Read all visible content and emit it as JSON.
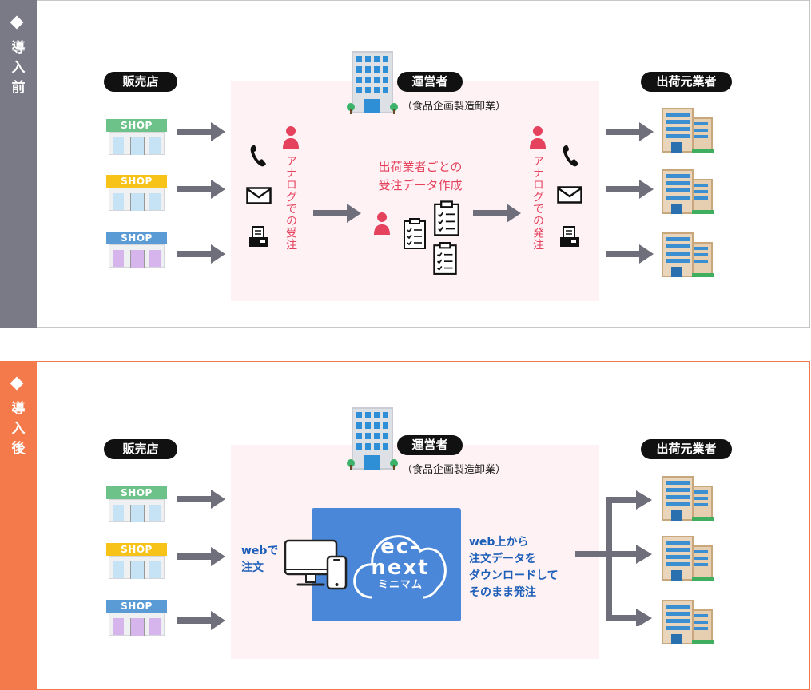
{
  "before": {
    "side_label": [
      "導",
      "入",
      "前"
    ],
    "retailers_label": "販売店",
    "operator_label": "運営者",
    "operator_sub": "（食品企画製造卸業）",
    "suppliers_label": "出荷元業者",
    "shops": [
      {
        "label": "SHOP",
        "color": "#6cc288"
      },
      {
        "label": "SHOP",
        "color": "#f7c318"
      },
      {
        "label": "SHOP",
        "color": "#5b9bd5"
      }
    ],
    "receive_text": "アナログでの受注",
    "process_text": [
      "出荷業者ごとの",
      "受注データ作成"
    ],
    "send_text": "アナログでの発注"
  },
  "after": {
    "side_label": [
      "導",
      "入",
      "後"
    ],
    "retailers_label": "販売店",
    "operator_label": "運営者",
    "operator_sub": "（食品企画製造卸業）",
    "suppliers_label": "出荷元業者",
    "shops": [
      {
        "label": "SHOP",
        "color": "#6cc288"
      },
      {
        "label": "SHOP",
        "color": "#f7c318"
      },
      {
        "label": "SHOP",
        "color": "#5b9bd5"
      }
    ],
    "web_order": [
      "webで",
      "注文"
    ],
    "logo_line1": "ec-",
    "logo_line2": "next",
    "logo_line3": "ミニマム",
    "download_text": [
      "web上から",
      "注文データを",
      "ダウンロードして",
      "そのまま発注"
    ]
  },
  "colors": {
    "before_accent": "#7a7a86",
    "after_accent": "#f47a4c",
    "highlight": "#e5425e",
    "ec_box": "#4a87d8",
    "web_text": "#1d5fb8",
    "pink_area": "#fff2f4"
  }
}
